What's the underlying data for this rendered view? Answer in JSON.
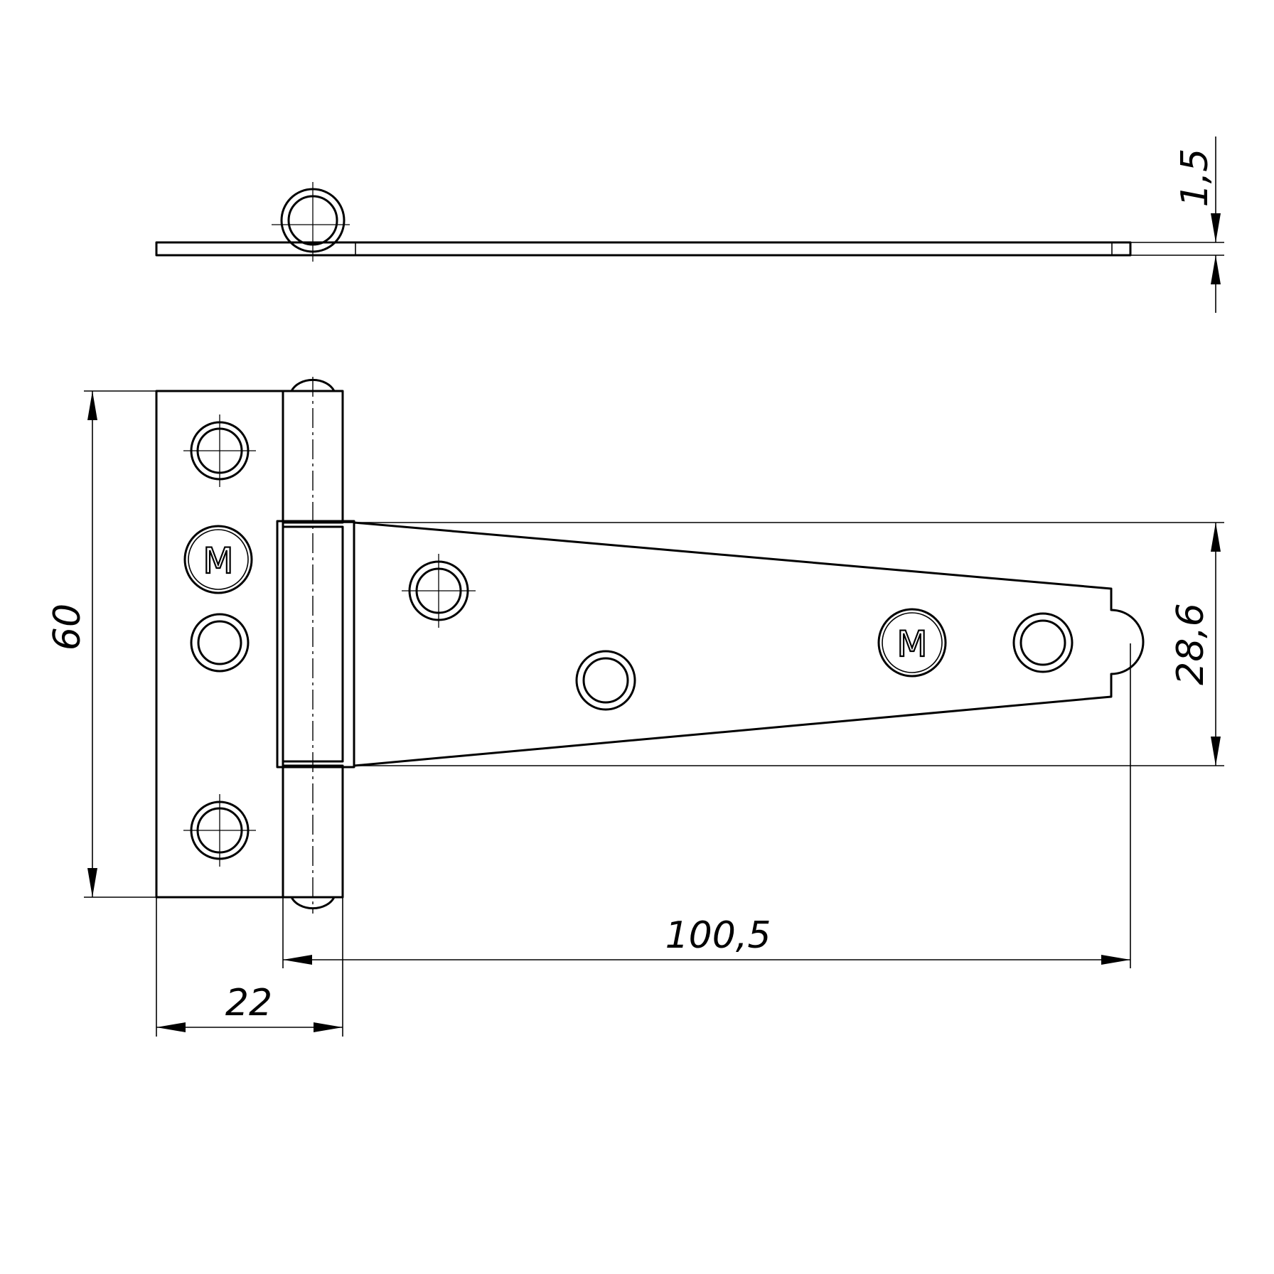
{
  "drawing": {
    "dimensions": {
      "thickness": "1,5",
      "height": "60",
      "strap_width": "28,6",
      "strap_length": "100,5",
      "leaf_width": "22"
    },
    "logo_letter": "M"
  }
}
